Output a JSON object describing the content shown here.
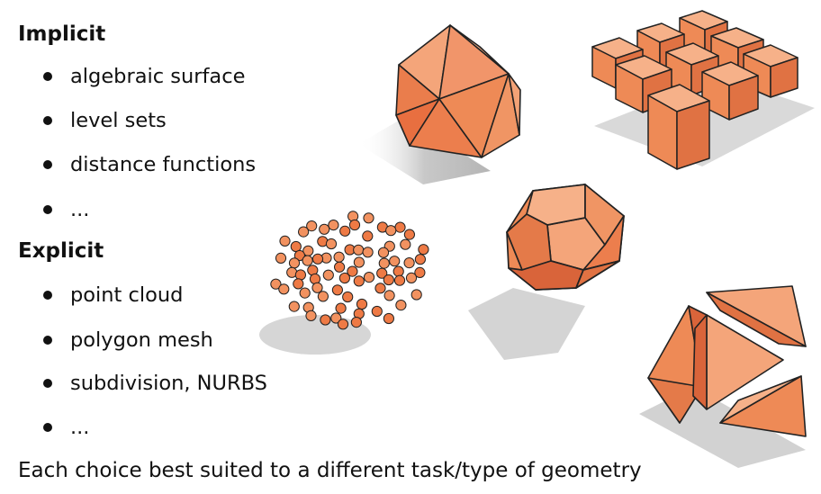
{
  "implicit": {
    "heading": "Implicit",
    "items": [
      "algebraic surface",
      "level sets",
      "distance functions",
      "..."
    ]
  },
  "explicit": {
    "heading": "Explicit",
    "items": [
      "point cloud",
      "polygon mesh",
      "subdivision, NURBS",
      "..."
    ]
  },
  "footer": "Each choice best suited to a different task/type of geometry",
  "colors": {
    "orange_face": "#ee8a54",
    "orange_light": "#f4a57a",
    "orange_dark": "#d9643a",
    "shadow": "#cfcfcf",
    "outline": "#222222"
  },
  "illustrations": [
    "icosahedron-shape",
    "voxel-cube-grid",
    "point-cloud-spheres",
    "dodecahedron-shape",
    "exploded-tetrahedra"
  ]
}
